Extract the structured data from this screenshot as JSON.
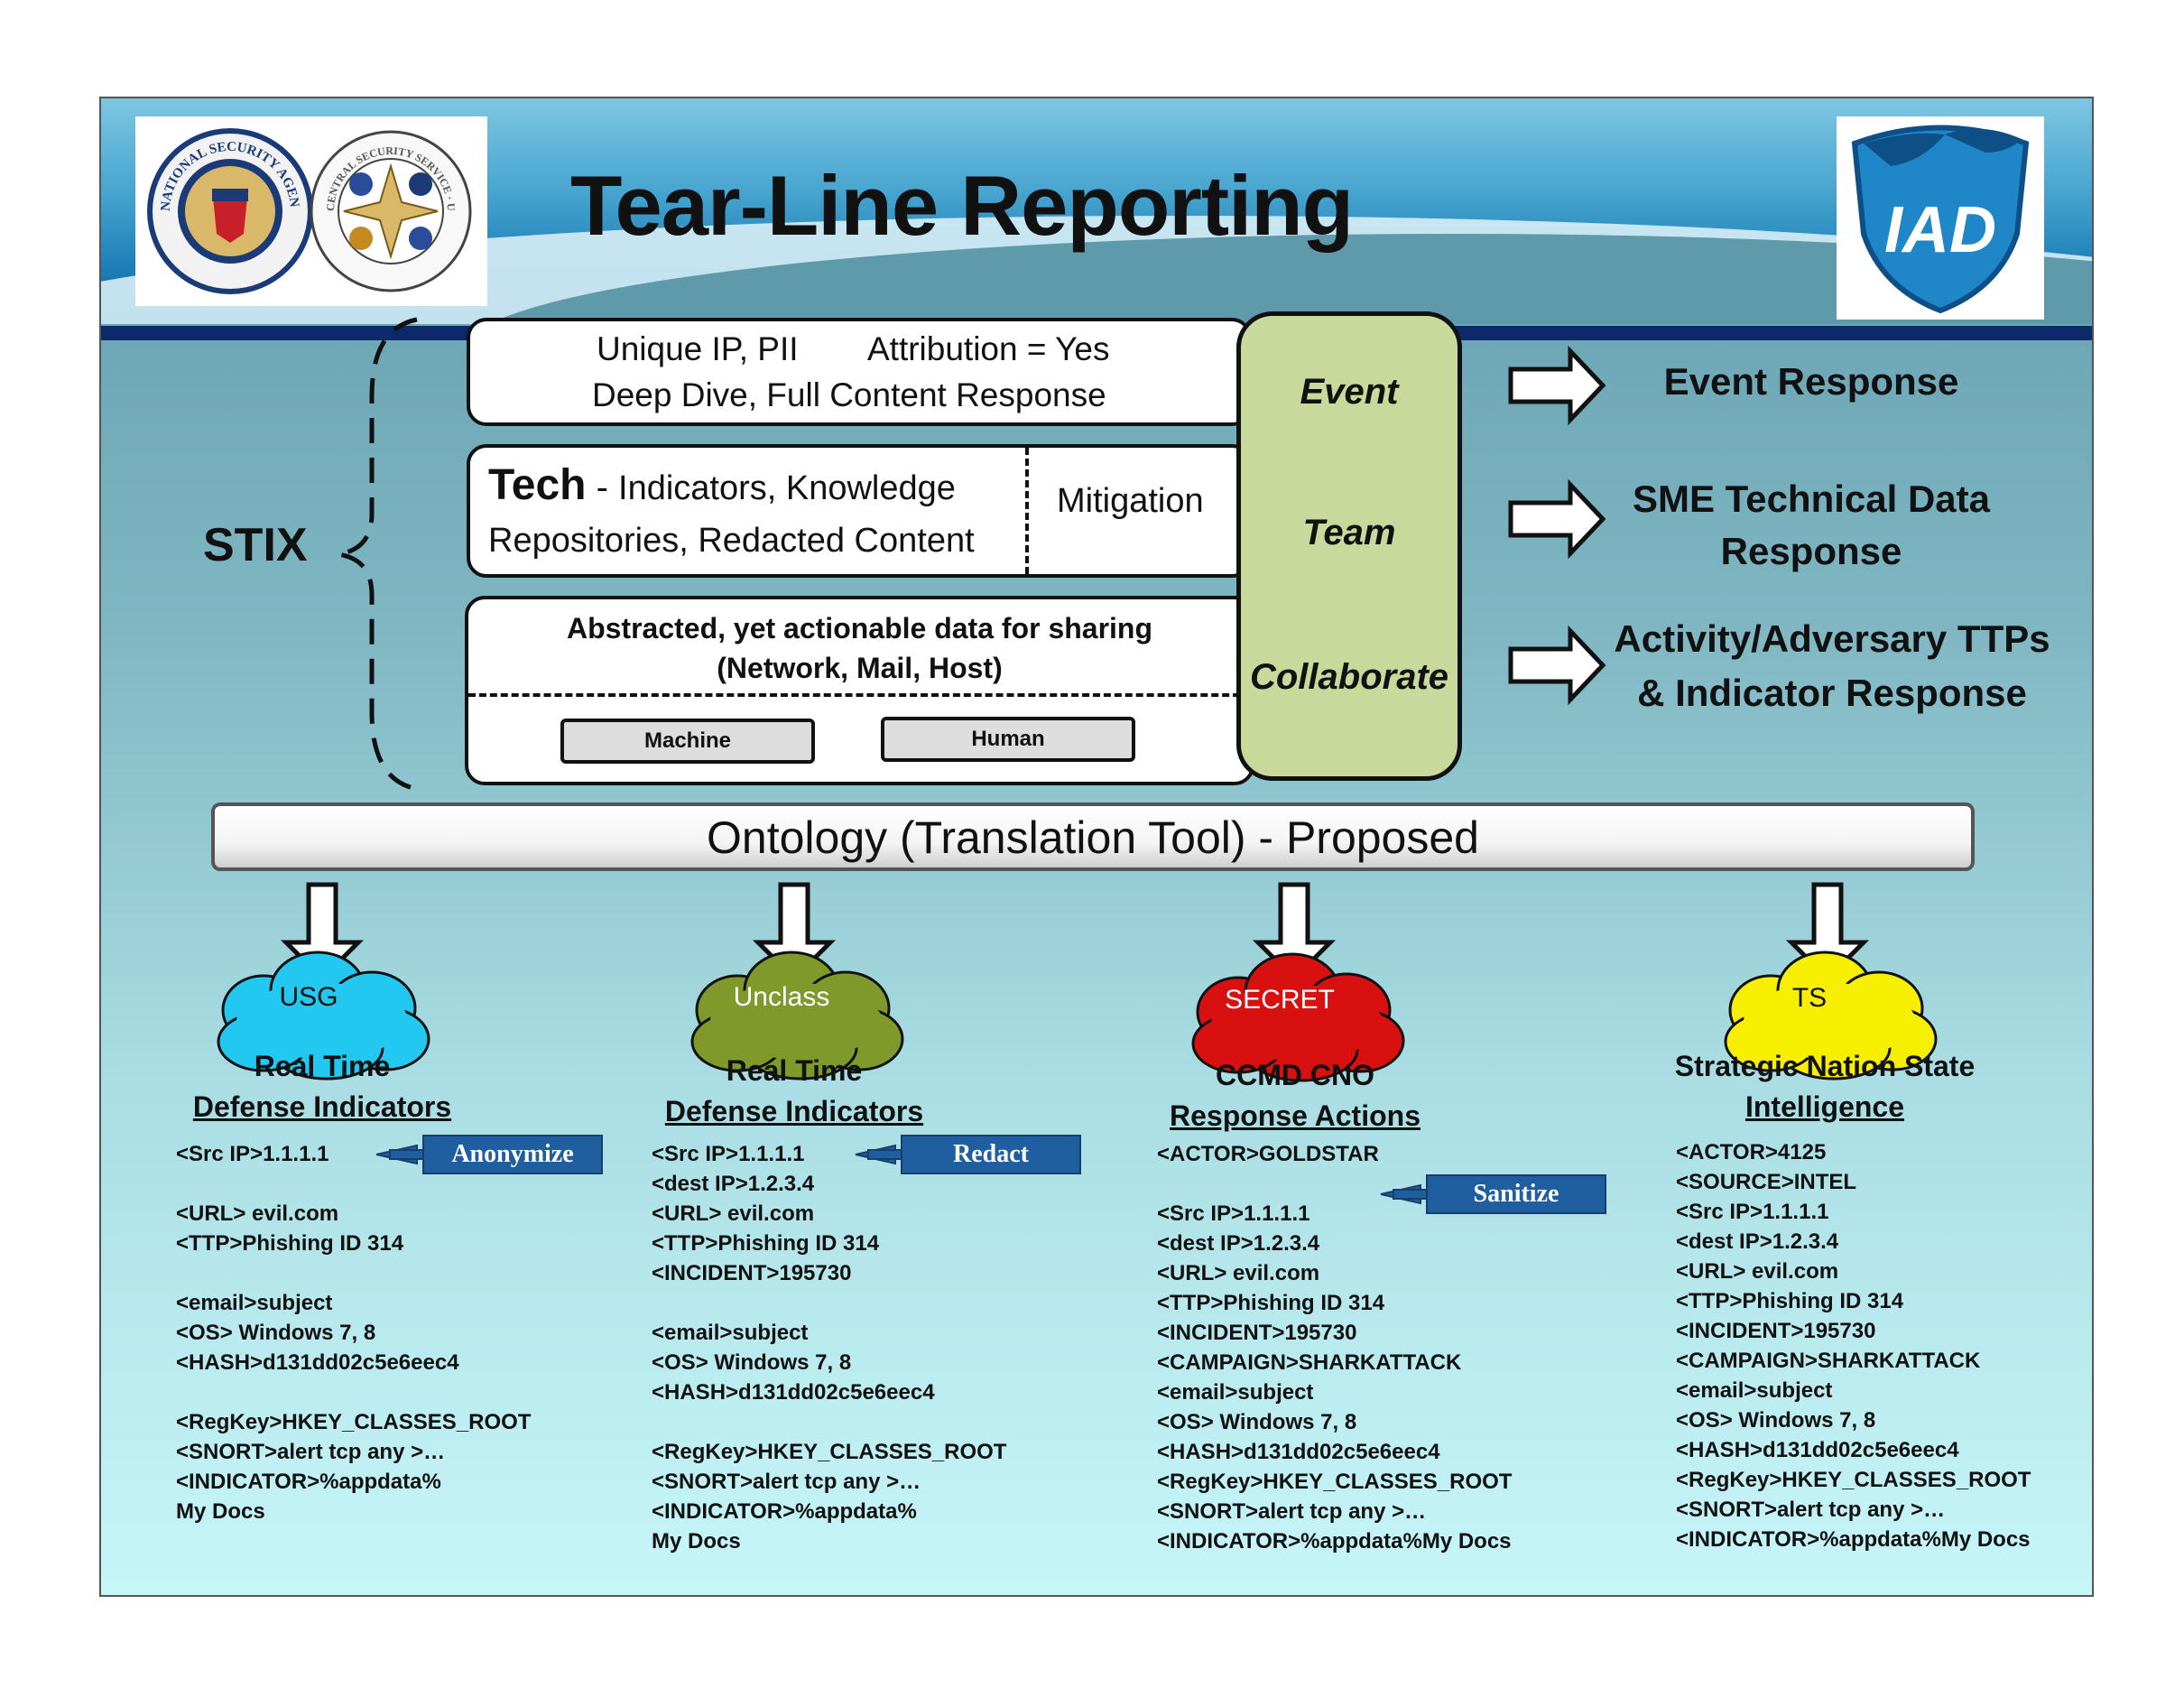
{
  "title": "Tear-Line Reporting",
  "logos": {
    "nsa_seal": "NATIONAL SECURITY AGENCY · UNITED STATES OF AMERICA",
    "css_seal": "CENTRAL SECURITY SERVICE · UNITED STATES OF AMERICA",
    "iad": "IAD"
  },
  "stix_label": "STIX",
  "tiers": {
    "top": {
      "line1a": "Unique IP, PII",
      "line1b": "Attribution = Yes",
      "line2": "Deep Dive,  Full Content Response"
    },
    "middle": {
      "tech": "Tech",
      "dash": " - ",
      "line1": "Indicators, Knowledge",
      "line2": "Repositories, Redacted Content",
      "mitigation": "Mitigation"
    },
    "bottom": {
      "line1": "Abstracted, yet actionable data for sharing",
      "line2": "(Network, Mail, Host)",
      "machine": "Machine",
      "human": "Human"
    }
  },
  "team_box": {
    "event": "Event",
    "team": "Team",
    "collaborate": "Collaborate"
  },
  "responses": {
    "r1": "Event Response",
    "r2a": "SME Technical Data",
    "r2b": "Response",
    "r3a": "Activity/Adversary TTPs",
    "r3b": "& Indicator Response"
  },
  "ontology": "Ontology (Translation Tool) - Proposed",
  "colors": {
    "usg": "#22c8f0",
    "unclass": "#7f9a2a",
    "secret": "#d81010",
    "ts": "#f6f000",
    "tag": "#1f5fa0",
    "green_box": "#c9d99b"
  },
  "columns": [
    {
      "cloud": "USG",
      "title1": "Real Time",
      "title2": "Defense Indicators",
      "tag": "Anonymize",
      "code": "<Src IP>1.1.1.1\n\n<URL> evil.com\n<TTP>Phishing ID 314\n\n<email>subject\n<OS> Windows 7, 8\n<HASH>d131dd02c5e6eec4\n\n<RegKey>HKEY_CLASSES_ROOT\n<SNORT>alert tcp any >…\n<INDICATOR>%appdata%\nMy Docs"
    },
    {
      "cloud": "Unclass",
      "title1": "Real Time",
      "title2": "Defense Indicators",
      "tag": "Redact",
      "code": "<Src IP>1.1.1.1\n<dest IP>1.2.3.4\n<URL> evil.com\n<TTP>Phishing ID 314\n<INCIDENT>195730\n\n<email>subject\n<OS> Windows 7, 8\n<HASH>d131dd02c5e6eec4\n\n<RegKey>HKEY_CLASSES_ROOT\n<SNORT>alert tcp any >…\n<INDICATOR>%appdata%\nMy Docs"
    },
    {
      "cloud": "SECRET",
      "title1": "CCMD CNO",
      "title2": "Response Actions",
      "tag": "Sanitize",
      "code": "<ACTOR>GOLDSTAR\n\n<Src IP>1.1.1.1\n<dest IP>1.2.3.4\n<URL> evil.com\n<TTP>Phishing ID 314\n<INCIDENT>195730\n<CAMPAIGN>SHARKATTACK\n<email>subject\n<OS> Windows 7, 8\n<HASH>d131dd02c5e6eec4\n<RegKey>HKEY_CLASSES_ROOT\n<SNORT>alert tcp any >…\n<INDICATOR>%appdata%My Docs"
    },
    {
      "cloud": "TS",
      "title1": "Strategic Nation State",
      "title2": "Intelligence",
      "code": "<ACTOR>4125\n<SOURCE>INTEL\n<Src IP>1.1.1.1\n<dest IP>1.2.3.4\n<URL> evil.com\n<TTP>Phishing ID 314\n<INCIDENT>195730\n<CAMPAIGN>SHARKATTACK\n<email>subject\n<OS> Windows 7, 8\n<HASH>d131dd02c5e6eec4\n<RegKey>HKEY_CLASSES_ROOT\n<SNORT>alert tcp any >…\n<INDICATOR>%appdata%My Docs"
    }
  ]
}
